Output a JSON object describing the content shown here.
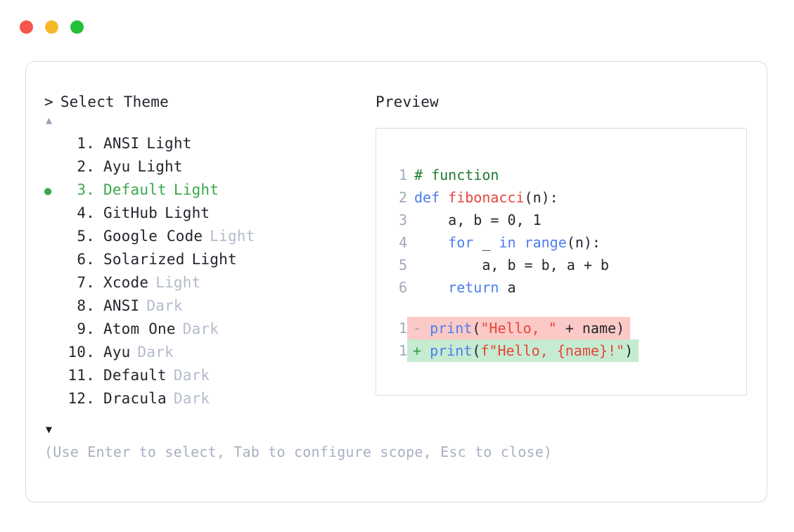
{
  "window": {
    "dots": [
      {
        "name": "close",
        "color": "#F4554D"
      },
      {
        "name": "minimize",
        "color": "#F6B92C"
      },
      {
        "name": "maximize",
        "color": "#22C03A"
      }
    ]
  },
  "prompt": {
    "caret": ">",
    "title": "Select Theme"
  },
  "scroll": {
    "up": "▲",
    "down": "▼"
  },
  "selection": {
    "bullet": "●",
    "selected_index": 3,
    "accent_color": "#3BA94C"
  },
  "themes": [
    {
      "index": "1.",
      "name": "ANSI",
      "variant": "Light",
      "variant_muted": false,
      "selected": false
    },
    {
      "index": "2.",
      "name": "Ayu",
      "variant": "Light",
      "variant_muted": false,
      "selected": false
    },
    {
      "index": "3.",
      "name": "Default",
      "variant": "Light",
      "variant_muted": false,
      "selected": true
    },
    {
      "index": "4.",
      "name": "GitHub",
      "variant": "Light",
      "variant_muted": false,
      "selected": false
    },
    {
      "index": "5.",
      "name": "Google Code",
      "variant": "Light",
      "variant_muted": true,
      "selected": false
    },
    {
      "index": "6.",
      "name": "Solarized",
      "variant": "Light",
      "variant_muted": false,
      "selected": false
    },
    {
      "index": "7.",
      "name": "Xcode",
      "variant": "Light",
      "variant_muted": true,
      "selected": false
    },
    {
      "index": "8.",
      "name": "ANSI",
      "variant": "Dark",
      "variant_muted": true,
      "selected": false
    },
    {
      "index": "9.",
      "name": "Atom One",
      "variant": "Dark",
      "variant_muted": true,
      "selected": false
    },
    {
      "index": "10.",
      "name": "Ayu",
      "variant": "Dark",
      "variant_muted": true,
      "selected": false
    },
    {
      "index": "11.",
      "name": "Default",
      "variant": "Dark",
      "variant_muted": true,
      "selected": false
    },
    {
      "index": "12.",
      "name": "Dracula",
      "variant": "Dark",
      "variant_muted": true,
      "selected": false
    }
  ],
  "hint": "(Use Enter to select, Tab to configure scope, Esc to close)",
  "preview": {
    "title": "Preview",
    "code_lines": [
      {
        "ln": "1",
        "tokens": [
          {
            "t": "# function",
            "c": "comment"
          }
        ]
      },
      {
        "ln": "2",
        "tokens": [
          {
            "t": "def ",
            "c": "keyword"
          },
          {
            "t": "fibonacci",
            "c": "func"
          },
          {
            "t": "(n):",
            "c": "plain"
          }
        ]
      },
      {
        "ln": "3",
        "tokens": [
          {
            "t": "    a, b = ",
            "c": "plain"
          },
          {
            "t": "0",
            "c": "num"
          },
          {
            "t": ", ",
            "c": "plain"
          },
          {
            "t": "1",
            "c": "num"
          }
        ]
      },
      {
        "ln": "4",
        "tokens": [
          {
            "t": "    ",
            "c": "plain"
          },
          {
            "t": "for",
            "c": "keyword"
          },
          {
            "t": " _ ",
            "c": "plain"
          },
          {
            "t": "in",
            "c": "keyword"
          },
          {
            "t": " ",
            "c": "plain"
          },
          {
            "t": "range",
            "c": "builtin"
          },
          {
            "t": "(n):",
            "c": "plain"
          }
        ]
      },
      {
        "ln": "5",
        "tokens": [
          {
            "t": "        a, b = b, a + b",
            "c": "plain"
          }
        ]
      },
      {
        "ln": "6",
        "tokens": [
          {
            "t": "    ",
            "c": "plain"
          },
          {
            "t": "return",
            "c": "keyword"
          },
          {
            "t": " a",
            "c": "plain"
          }
        ]
      }
    ],
    "diff_lines": [
      {
        "ln": "1",
        "kind": "del",
        "sign": "-",
        "tokens": [
          {
            "t": "print",
            "c": "builtin"
          },
          {
            "t": "(",
            "c": "plain"
          },
          {
            "t": "\"Hello, \"",
            "c": "string"
          },
          {
            "t": " + name)",
            "c": "plain"
          }
        ]
      },
      {
        "ln": "1",
        "kind": "add",
        "sign": "+",
        "tokens": [
          {
            "t": "print",
            "c": "builtin"
          },
          {
            "t": "(",
            "c": "plain"
          },
          {
            "t": "f\"Hello, {name}!\"",
            "c": "string"
          },
          {
            "t": ")",
            "c": "plain"
          }
        ]
      }
    ],
    "diff_colors": {
      "deleted_bg": "#FBC9C6",
      "added_bg": "#C5EBD1"
    }
  }
}
